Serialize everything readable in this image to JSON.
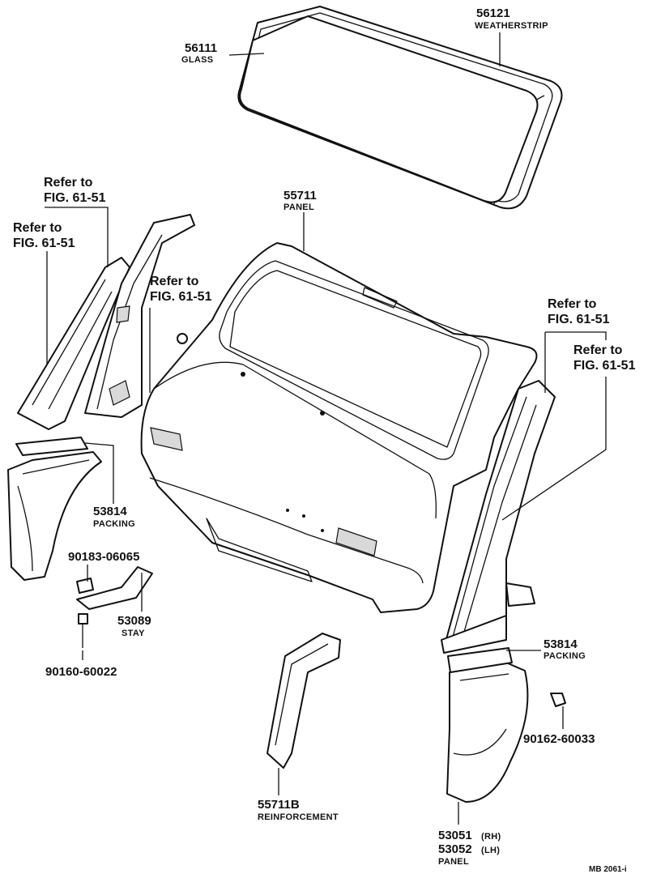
{
  "callouts": {
    "glass": {
      "number": "56111",
      "name": "GLASS"
    },
    "weatherstrip": {
      "number": "56121",
      "name": "WEATHERSTRIP"
    },
    "panel_top": {
      "number": "55711",
      "name": "PANEL"
    },
    "packing_left": {
      "number": "53814",
      "name": "PACKING"
    },
    "bolt_top": {
      "number": "90183-06065"
    },
    "stay": {
      "number": "53089",
      "name": "STAY"
    },
    "screw_left": {
      "number": "90160-60022"
    },
    "packing_right": {
      "number": "53814",
      "name": "PACKING"
    },
    "screw_right": {
      "number": "90162-60033"
    },
    "reinforcement": {
      "number": "55711B",
      "name": "REINFORCEMENT"
    },
    "panel_side": {
      "number_rh": "53051",
      "rh_tag": "(RH)",
      "number_lh": "53052",
      "lh_tag": "(LH)",
      "name": "PANEL"
    }
  },
  "references": {
    "ref1": {
      "line1": "Refer to",
      "line2": "FIG. 61-51"
    },
    "ref2": {
      "line1": "Refer to",
      "line2": "FIG. 61-51"
    },
    "ref3": {
      "line1": "Refer to",
      "line2": "FIG. 61-51"
    },
    "ref4": {
      "line1": "Refer to",
      "line2": "FIG. 61-51"
    },
    "ref5": {
      "line1": "Refer to",
      "line2": "FIG. 61-51"
    }
  },
  "footer": {
    "code": "MB  2061-i"
  }
}
